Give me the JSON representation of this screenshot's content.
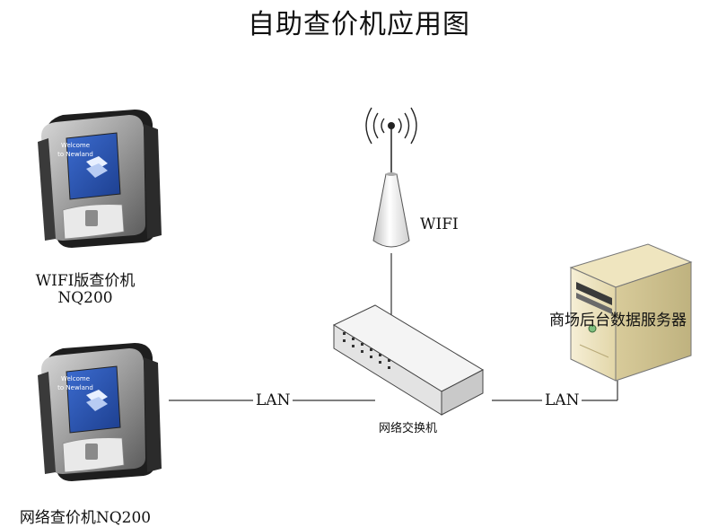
{
  "title": "自助查价机应用图",
  "devices": {
    "wifi_terminal": {
      "label_line1": "WIFI版查价机",
      "label_line2": "NQ200",
      "screen_line1": "Welcome",
      "screen_line2": "to Newland"
    },
    "lan_terminal": {
      "label": "网络查价机NQ200",
      "screen_line1": "Welcome",
      "screen_line2": "to Newland"
    },
    "antenna": {
      "label": "WIFI"
    },
    "switch": {
      "label": "网络交换机"
    },
    "server": {
      "label": "商场后台数据服务器"
    }
  },
  "links": {
    "left_lan": "LAN",
    "right_lan": "LAN"
  },
  "colors": {
    "screen_blue": "#2c59b5",
    "device_gray": "#9a9a9a",
    "device_dark": "#2a2a2a",
    "server_cream": "#f1e8c8",
    "line": "#333333"
  }
}
